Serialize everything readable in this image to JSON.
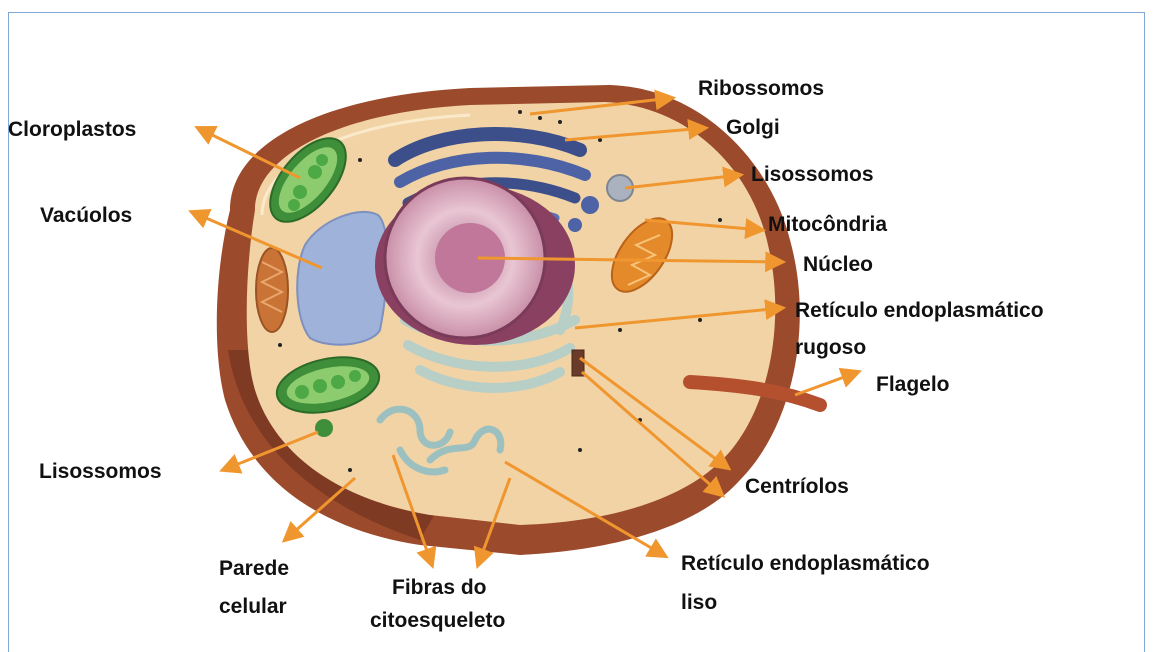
{
  "colors": {
    "arrow": "#f0962f",
    "border": "#7fa7d8",
    "cytoplasm": "#f2d3a5",
    "wall": "#9c4a2c"
  },
  "labels": {
    "ribossomos": "Ribossomos",
    "golgi": "Golgi",
    "lisossomos_right": "Lisossomos",
    "mitocondria": "Mitocôndria",
    "nucleo": "Núcleo",
    "reticulo_rugoso_line1": "Retículo endoplasmático",
    "reticulo_rugoso_line2": "rugoso",
    "flagelo": "Flagelo",
    "centriolos": "Centríolos",
    "reticulo_liso_line1": "Retículo endoplasmático",
    "reticulo_liso_line2": "liso",
    "fibras_line1": "Fibras do",
    "fibras_line2": "citoesqueleto",
    "parede_line1": "Parede",
    "parede_line2": "celular",
    "lisossomos_left": "Lisossomos",
    "vacuolos": "Vacúolos",
    "cloroplastos": "Cloroplastos"
  }
}
